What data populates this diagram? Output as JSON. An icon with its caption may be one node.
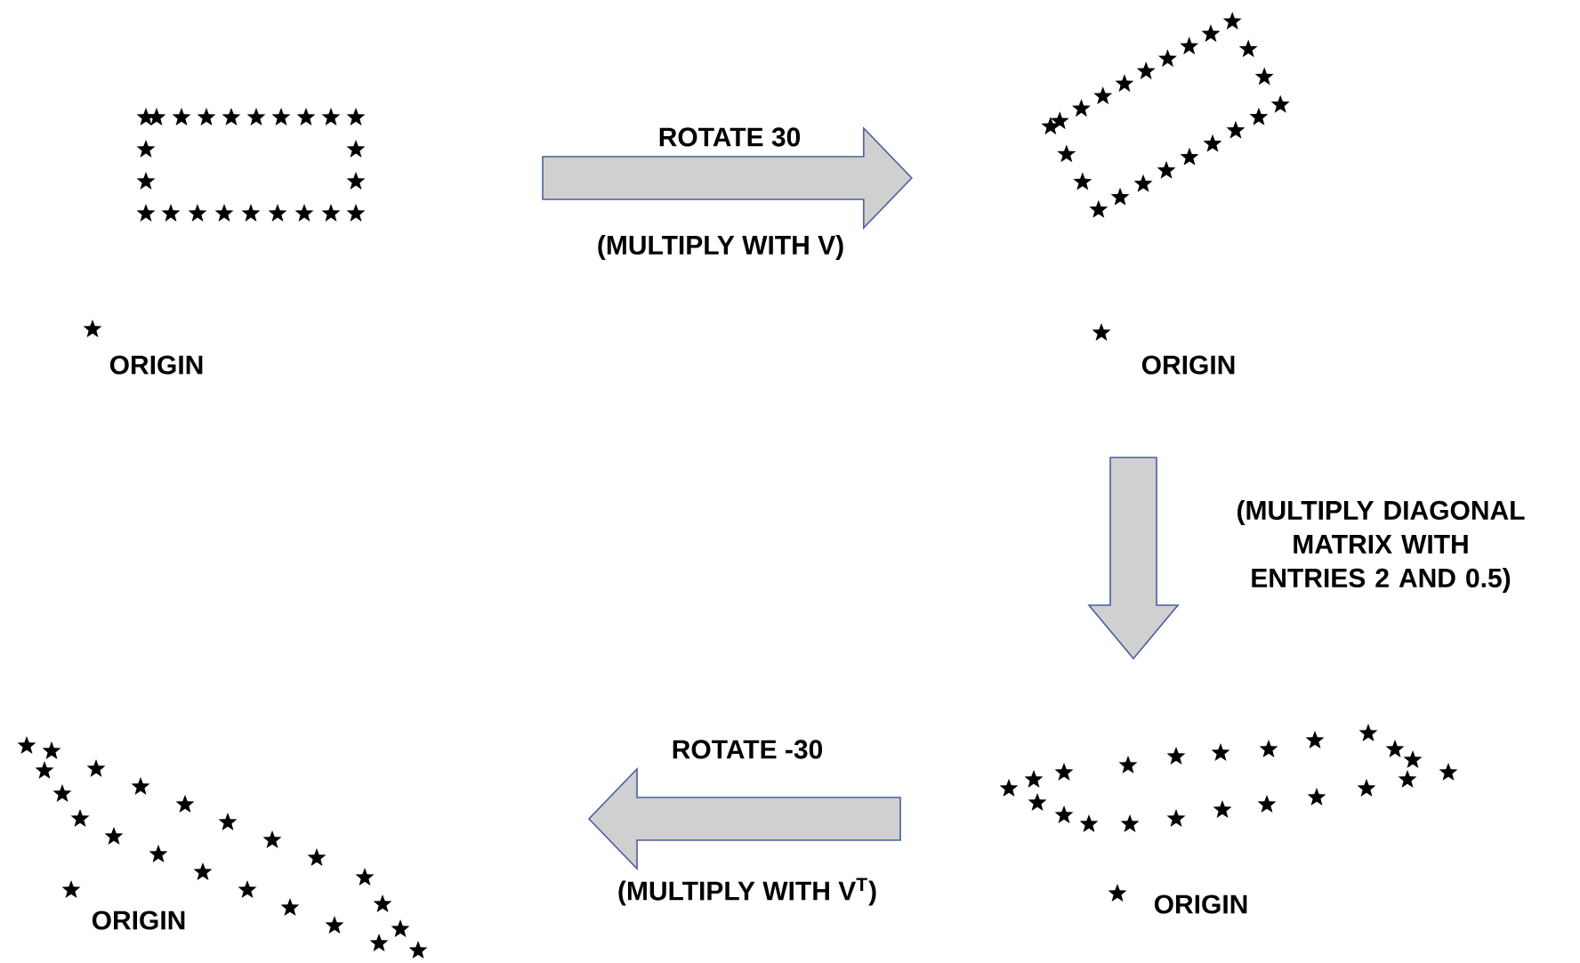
{
  "diagram": {
    "nodes": [
      {
        "text": [],
        "shape": "picture"
      },
      {
        "text": [],
        "shape": "picture"
      },
      {
        "text": [],
        "shape": "picture"
      },
      {
        "text": [],
        "shape": "picture"
      }
    ],
    "edges": [
      {
        "from": 0,
        "to": 1,
        "arrow": "to",
        "label": "ROTATE 30"
      },
      {
        "from": 1,
        "to": 2,
        "arrow": "to",
        "label": "(MULTIPLY DIAGONAL MATRIX WITH ENTRIES 2 AND 0.5)"
      },
      {
        "from": 2,
        "to": 3,
        "arrow": "to",
        "label": "ROTATE -30"
      }
    ],
    "labels": [
      "(MULTIPLY WITH V)",
      "ORIGIN",
      "ORIGIN",
      "ORIGIN",
      "(MULTIPLY WITH V$^{T}$)",
      "ORIGIN"
    ]
  }
}
